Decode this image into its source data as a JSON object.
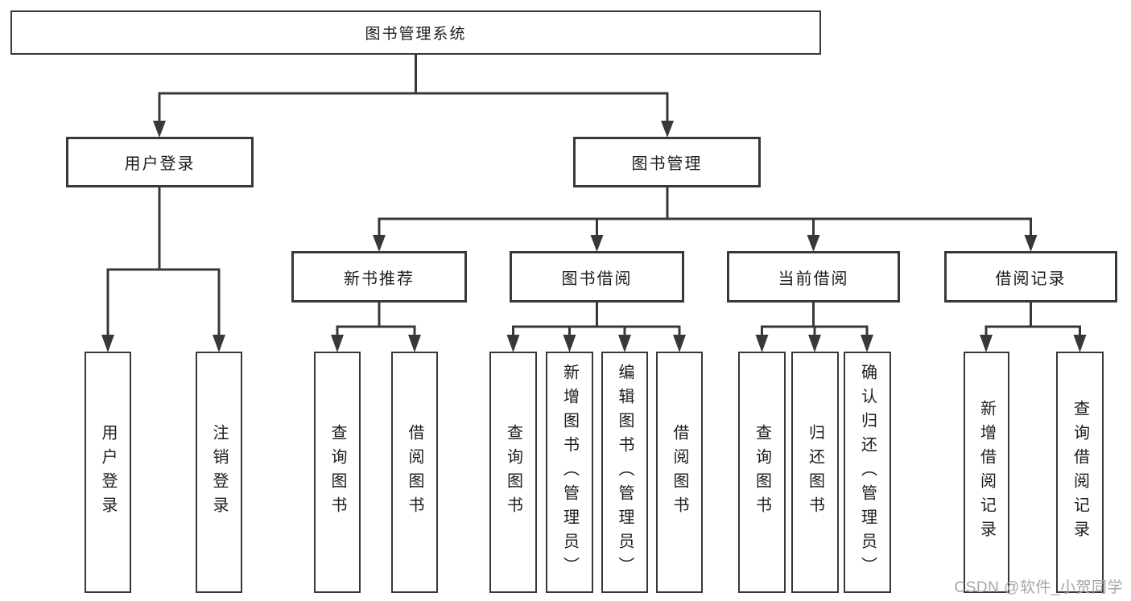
{
  "tree": {
    "label": "图书管理系统",
    "children": [
      {
        "label": "用户登录",
        "children": [
          {
            "label": "用户登录"
          },
          {
            "label": "注销登录"
          }
        ]
      },
      {
        "label": "图书管理",
        "children": [
          {
            "label": "新书推荐",
            "children": [
              {
                "label": "查询图书"
              },
              {
                "label": "借阅图书"
              }
            ]
          },
          {
            "label": "图书借阅",
            "children": [
              {
                "label": "查询图书"
              },
              {
                "label": "新增图书（管理员）"
              },
              {
                "label": "编辑图书（管理员）"
              },
              {
                "label": "借阅图书"
              }
            ]
          },
          {
            "label": "当前借阅",
            "children": [
              {
                "label": "查询图书"
              },
              {
                "label": "归还图书"
              },
              {
                "label": "确认归还（管理员）"
              }
            ]
          },
          {
            "label": "借阅记录",
            "children": [
              {
                "label": "新增借阅记录"
              },
              {
                "label": "查询借阅记录"
              }
            ]
          }
        ]
      }
    ]
  },
  "watermark": {
    "text": "CSDN @软件_小贺同学"
  },
  "colors": {
    "line": "#383838",
    "border": "#383838",
    "text": "#1c1c1c",
    "background": "#ffffff",
    "watermark": "#a6a6a6"
  }
}
